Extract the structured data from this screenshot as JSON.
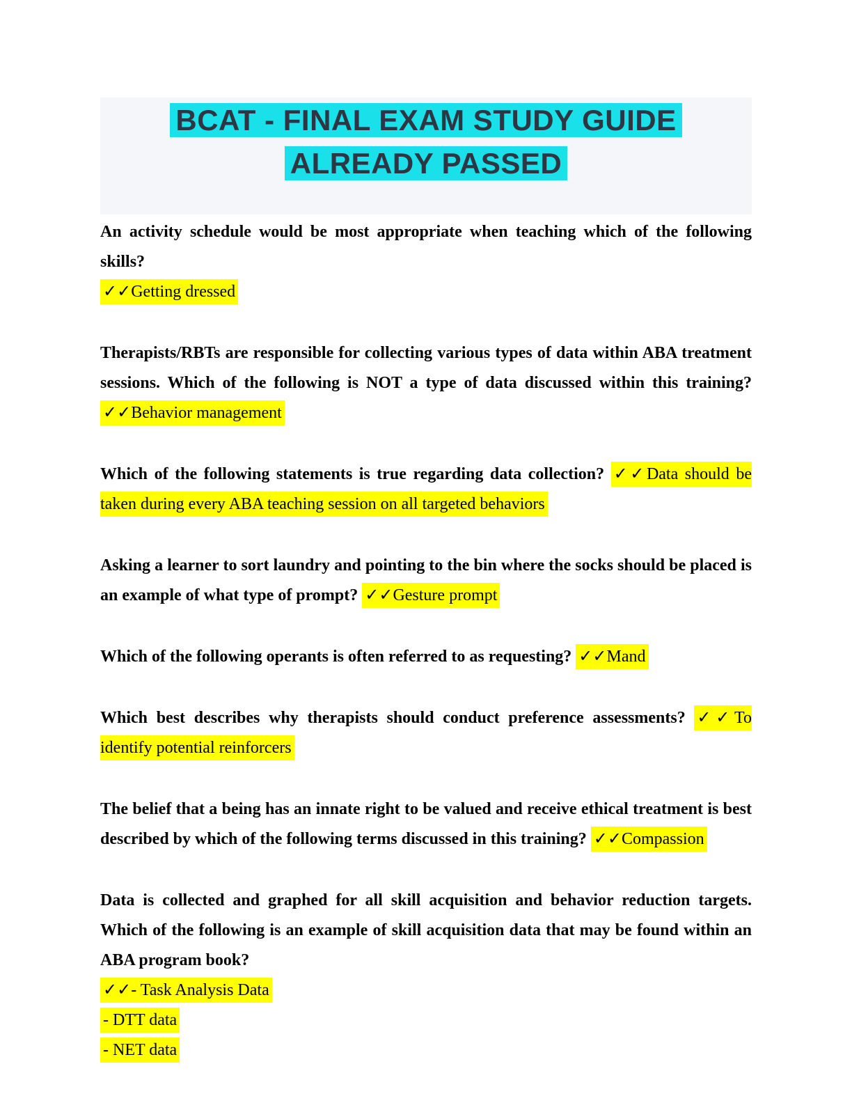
{
  "colors": {
    "cyan_highlight": "#1ae0e9",
    "yellow_highlight": "#ffff00",
    "band_bg": "#f5f6fa",
    "title_text": "#2d3642"
  },
  "header": {
    "title_line1": "BCAT - FINAL EXAM STUDY GUIDE",
    "title_line2": "ALREADY PASSED"
  },
  "questions": [
    {
      "question": "An activity schedule would be most appropriate when teaching which of the following skills?",
      "answer": "✓✓Getting dressed"
    },
    {
      "question": "Therapists/RBTs are responsible for collecting various types of data within ABA treatment sessions. Which of the following is NOT a type of data discussed within this training? ",
      "answer": "✓✓Behavior management"
    },
    {
      "question": "Which of the following statements is true regarding data collection? ",
      "answer": "✓✓Data should be taken during every ABA teaching session on all targeted behaviors"
    },
    {
      "question": "Asking a learner to sort laundry and pointing to the bin where the socks should be placed is an example of what type of prompt? ",
      "answer": "✓✓Gesture prompt"
    },
    {
      "question": "Which of the following operants is often referred to as requesting? ",
      "answer": "✓✓Mand"
    },
    {
      "question": "Which best describes why therapists should conduct preference assessments? ",
      "answer": "✓✓To identify potential reinforcers"
    },
    {
      "question": "The belief that a being has an innate right to be valued and receive ethical treatment is best described by which of the following terms discussed in this training? ",
      "answer": "✓✓Compassion"
    },
    {
      "question": "Data is collected and graphed for all skill acquisition and behavior reduction targets. Which of the following is an example of skill acquisition data that may be found within an ABA program book?",
      "answer": "✓✓- Task Analysis Data",
      "extras": [
        "- DTT data",
        "- NET data"
      ]
    }
  ]
}
